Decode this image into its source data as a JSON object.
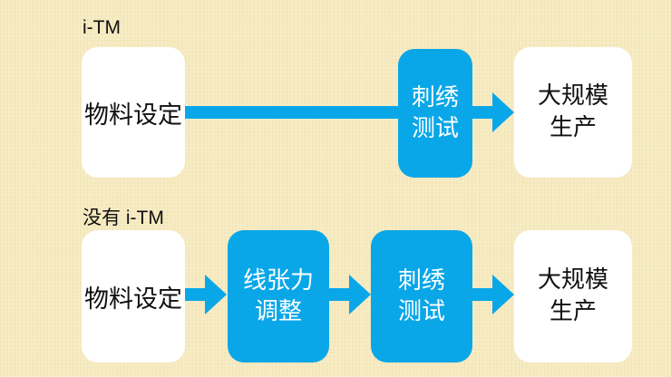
{
  "row1": {
    "label": "i-TM",
    "material": "物料设定",
    "embroidery_test": "刺绣\n测试",
    "mass_production": "大规模\n生产"
  },
  "row2": {
    "label": "没有 i-TM",
    "material": "物料设定",
    "tension_adjust": "线张力\n调整",
    "embroidery_test": "刺绣\n测试",
    "mass_production": "大规模\n生产"
  },
  "colors": {
    "background": "#f6eac0",
    "accent": "#0aa7e8",
    "box": "#ffffff"
  }
}
